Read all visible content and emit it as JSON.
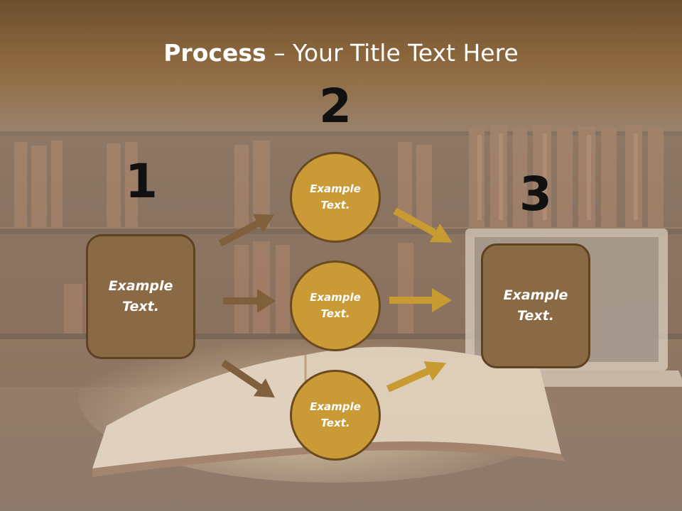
{
  "title": {
    "bold": "Process",
    "rest": " – Your Title Text Here"
  },
  "steps": [
    {
      "number": "1",
      "text": "Example Text."
    },
    {
      "number": "2",
      "items": [
        {
          "text": "Example Text."
        },
        {
          "text": "Example Text."
        },
        {
          "text": "Example Text."
        }
      ]
    },
    {
      "number": "3",
      "text": "Example Text."
    }
  ],
  "colors": {
    "box_fill": "#8a6a45",
    "box_border": "#5e4222",
    "circle_fill": "#c99a35",
    "circle_border": "#6b4a1f",
    "arrow_in": "#7f5f3c",
    "arrow_out": "#c89a32"
  },
  "background": "library-books-photo"
}
